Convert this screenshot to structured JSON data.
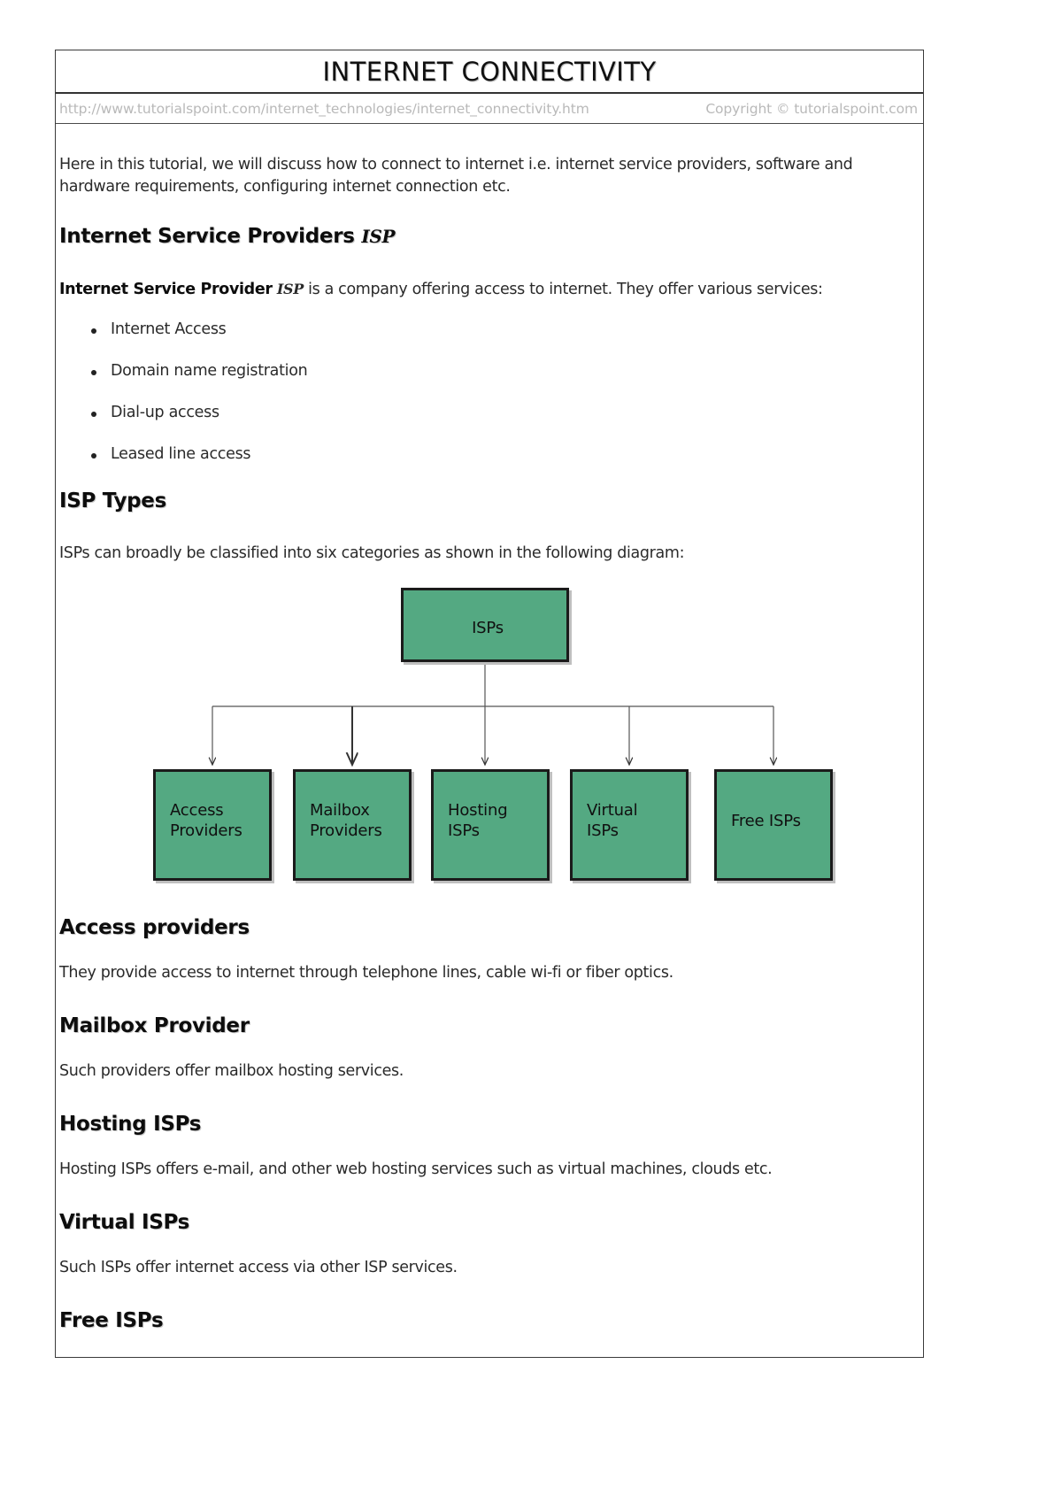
{
  "header": {
    "title": "INTERNET CONNECTIVITY",
    "url": "http://www.tutorialspoint.com/internet_technologies/internet_connectivity.htm",
    "copyright": "Copyright © tutorialspoint.com"
  },
  "intro": {
    "paragraph": "Here in this tutorial, we will discuss how to connect to internet i.e. internet service providers, software and hardware requirements, configuring internet connection etc."
  },
  "isp_section": {
    "heading": "Internet Service Providers",
    "heading_abbr": "ISP",
    "lead_bold": "Internet Service Provider",
    "lead_abbr": "ISP",
    "lead_rest": " is a company offering access to internet. They offer various services:",
    "services": [
      "Internet Access",
      "Domain name registration",
      "Dial-up access",
      "Leased line access"
    ]
  },
  "isp_types": {
    "heading": "ISP Types",
    "intro": "ISPs can broadly be classified into six categories as shown in the following diagram:"
  },
  "diagram": {
    "root": "ISPs",
    "node_fill": "#54a982",
    "node_border": "#1b1b1b",
    "children": [
      "Access\nProviders",
      "Mailbox\nProviders",
      "Hosting\nISPs",
      "Virtual\nISPs",
      "Free ISPs"
    ]
  },
  "sections": [
    {
      "heading": "Access providers",
      "body": "They provide access to internet through telephone lines, cable wi-fi or fiber optics."
    },
    {
      "heading": "Mailbox Provider",
      "body": "Such providers offer mailbox hosting services."
    },
    {
      "heading": "Hosting ISPs",
      "body": "Hosting ISPs offers e-mail, and other web hosting services such as virtual machines, clouds etc."
    },
    {
      "heading": "Virtual ISPs",
      "body": "Such ISPs offer internet access via other ISP services."
    },
    {
      "heading": "Free ISPs",
      "body": ""
    }
  ]
}
